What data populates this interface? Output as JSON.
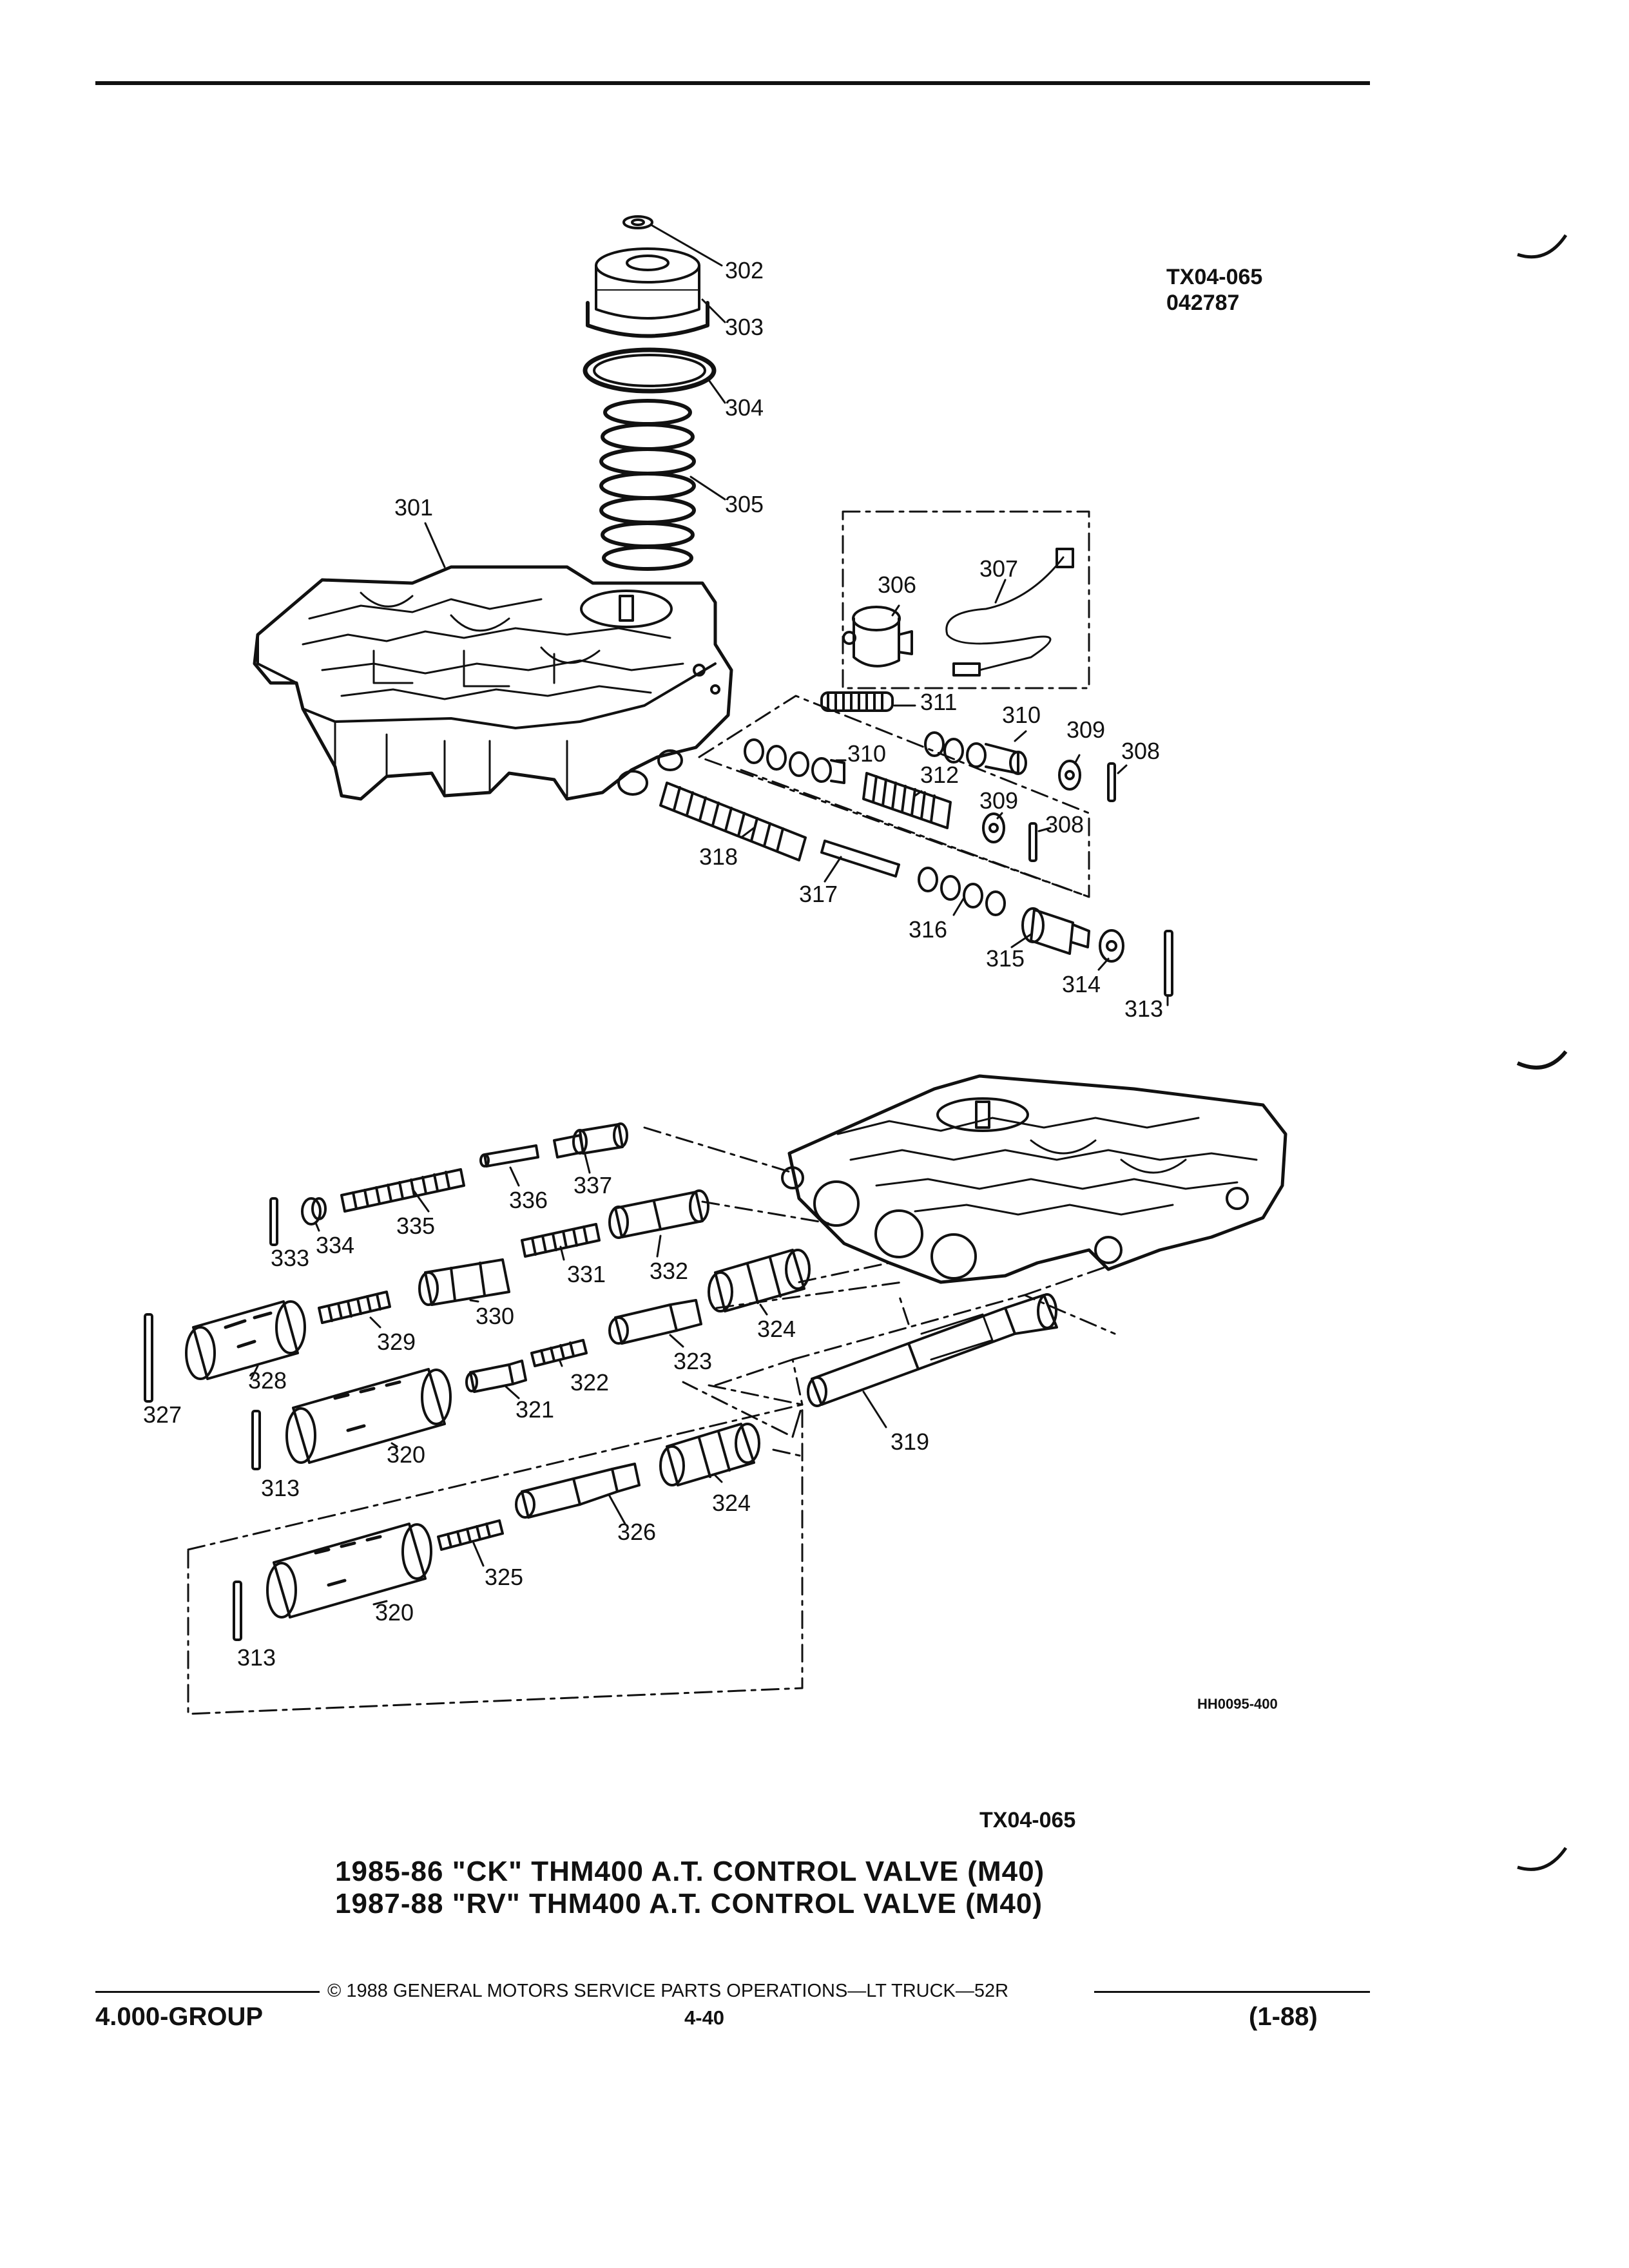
{
  "header": {
    "figure_code": "TX04-065",
    "figure_date": "042787"
  },
  "callouts": [
    {
      "id": "c302",
      "label": "302"
    },
    {
      "id": "c303",
      "label": "303"
    },
    {
      "id": "c304",
      "label": "304"
    },
    {
      "id": "c305",
      "label": "305"
    },
    {
      "id": "c301",
      "label": "301"
    },
    {
      "id": "c306",
      "label": "306"
    },
    {
      "id": "c307",
      "label": "307"
    },
    {
      "id": "c311",
      "label": "311"
    },
    {
      "id": "c310a",
      "label": "310"
    },
    {
      "id": "c309a",
      "label": "309"
    },
    {
      "id": "c308a",
      "label": "308"
    },
    {
      "id": "c310b",
      "label": "310"
    },
    {
      "id": "c312",
      "label": "312"
    },
    {
      "id": "c309b",
      "label": "309"
    },
    {
      "id": "c308b",
      "label": "308"
    },
    {
      "id": "c318",
      "label": "318"
    },
    {
      "id": "c317",
      "label": "317"
    },
    {
      "id": "c316",
      "label": "316"
    },
    {
      "id": "c315",
      "label": "315"
    },
    {
      "id": "c314",
      "label": "314"
    },
    {
      "id": "c313a",
      "label": "313"
    },
    {
      "id": "c336",
      "label": "336"
    },
    {
      "id": "c337",
      "label": "337"
    },
    {
      "id": "c335",
      "label": "335"
    },
    {
      "id": "c334",
      "label": "334"
    },
    {
      "id": "c333",
      "label": "333"
    },
    {
      "id": "c331",
      "label": "331"
    },
    {
      "id": "c332",
      "label": "332"
    },
    {
      "id": "c330",
      "label": "330"
    },
    {
      "id": "c329",
      "label": "329"
    },
    {
      "id": "c324a",
      "label": "324"
    },
    {
      "id": "c323",
      "label": "323"
    },
    {
      "id": "c328",
      "label": "328"
    },
    {
      "id": "c327",
      "label": "327"
    },
    {
      "id": "c322",
      "label": "322"
    },
    {
      "id": "c321",
      "label": "321"
    },
    {
      "id": "c320a",
      "label": "320"
    },
    {
      "id": "c319",
      "label": "319"
    },
    {
      "id": "c313b",
      "label": "313"
    },
    {
      "id": "c324b",
      "label": "324"
    },
    {
      "id": "c326",
      "label": "326"
    },
    {
      "id": "c325",
      "label": "325"
    },
    {
      "id": "c320b",
      "label": "320"
    },
    {
      "id": "c313c",
      "label": "313"
    }
  ],
  "image_code": "HH0095-400",
  "figure_ref": "TX04-065",
  "titles": [
    "1985-86 \"CK\" THM400 A.T. CONTROL VALVE (M40)",
    "1987-88 \"RV\" THM400 A.T. CONTROL VALVE (M40)"
  ],
  "footer": {
    "copyright": "© 1988 GENERAL MOTORS SERVICE PARTS OPERATIONS—LT TRUCK—52R",
    "group": "4.000-GROUP",
    "page": "4-40",
    "revision": "(1-88)"
  }
}
